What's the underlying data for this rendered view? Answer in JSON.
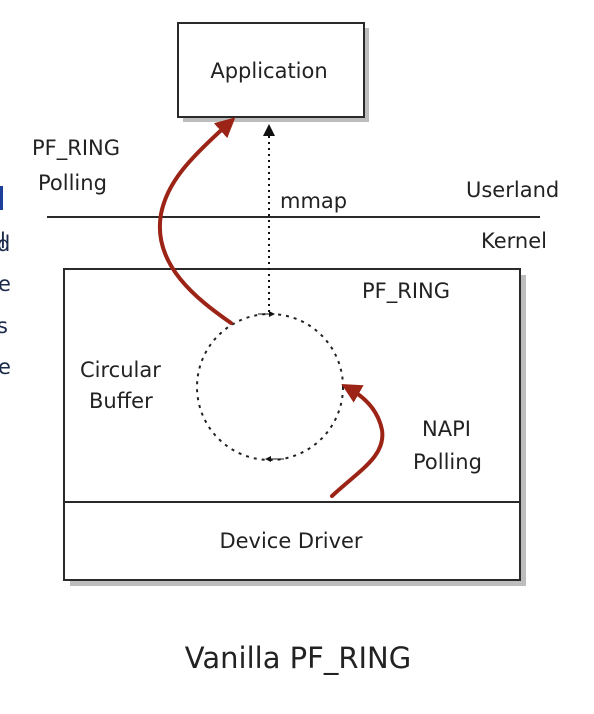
{
  "boxes": {
    "application": "Application",
    "pf_ring": "PF_RING",
    "device_driver": "Device Driver"
  },
  "labels": {
    "pf_ring_polling_line1": "PF_RING",
    "pf_ring_polling_line2": "Polling",
    "mmap": "mmap",
    "userland": "Userland",
    "kernel": "Kernel",
    "circular_buffer_line1": "Circular",
    "circular_buffer_line2": "Buffer",
    "napi_polling_line1": "NAPI",
    "napi_polling_line2": "Polling"
  },
  "caption": "Vanilla PF_RING",
  "edge_fragments": [
    "l",
    "d",
    "e",
    "s",
    "e"
  ],
  "colors": {
    "arrow_red": "#9b2416",
    "box_stroke": "#2a2a2a",
    "shadow": "#bdbdbd",
    "edge_accent": "#1b3f9a"
  }
}
